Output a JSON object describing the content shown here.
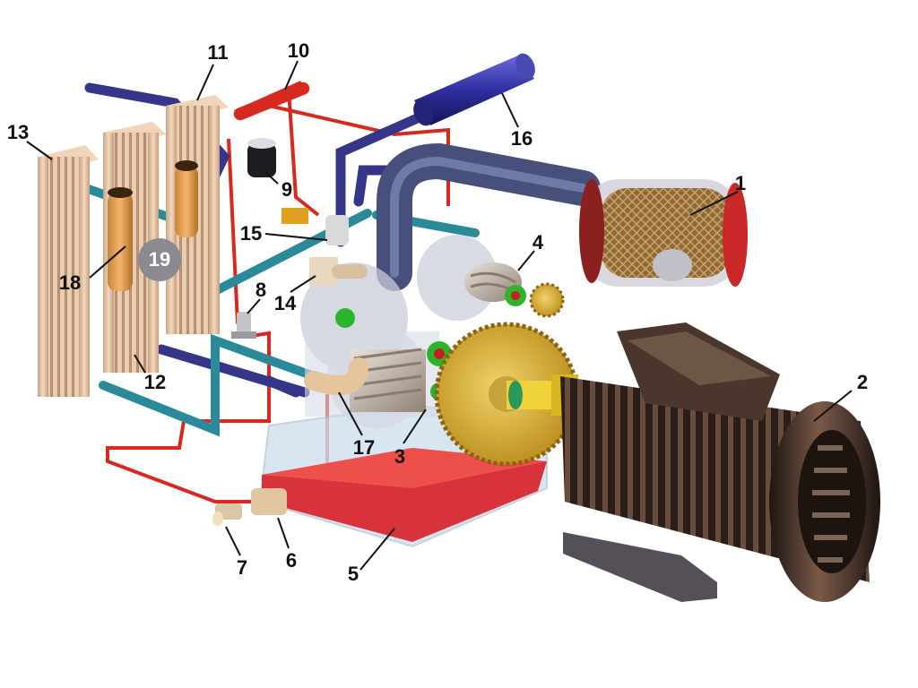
{
  "callouts": [
    {
      "id": "1",
      "text": "1"
    },
    {
      "id": "2",
      "text": "2"
    },
    {
      "id": "3",
      "text": "3"
    },
    {
      "id": "4",
      "text": "4"
    },
    {
      "id": "5",
      "text": "5"
    },
    {
      "id": "6",
      "text": "6"
    },
    {
      "id": "7",
      "text": "7"
    },
    {
      "id": "8",
      "text": "8"
    },
    {
      "id": "9",
      "text": "9"
    },
    {
      "id": "10",
      "text": "10"
    },
    {
      "id": "11",
      "text": "11"
    },
    {
      "id": "12",
      "text": "12"
    },
    {
      "id": "13",
      "text": "13"
    },
    {
      "id": "14",
      "text": "14"
    },
    {
      "id": "15",
      "text": "15"
    },
    {
      "id": "16",
      "text": "16"
    },
    {
      "id": "17",
      "text": "17"
    },
    {
      "id": "18",
      "text": "18"
    },
    {
      "id": "19",
      "text": "19"
    }
  ],
  "colors": {
    "hot_line": "#d62a20",
    "cool_line": "#2a8a9a",
    "air_line": "#35358a",
    "oil_sump": "#d8323a",
    "gear": "#d9b23a",
    "motor": "#3a2a22",
    "cooler": "#e3c3a3"
  }
}
